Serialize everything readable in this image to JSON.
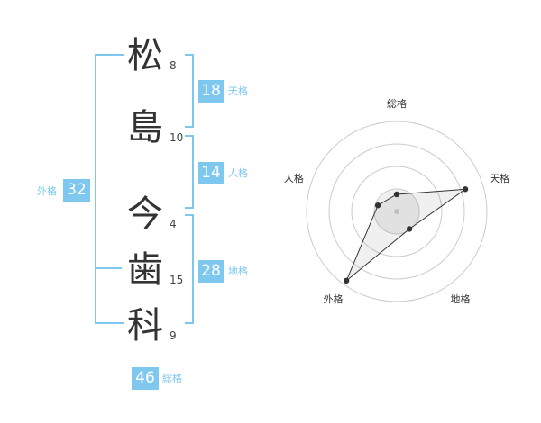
{
  "name": {
    "characters": [
      {
        "char": "松",
        "strokes": "8"
      },
      {
        "char": "島",
        "strokes": "10"
      },
      {
        "char": "今",
        "strokes": "4"
      },
      {
        "char": "歯",
        "strokes": "15"
      },
      {
        "char": "科",
        "strokes": "9"
      }
    ]
  },
  "scores": {
    "tenkaku": {
      "value": "18",
      "label": "天格"
    },
    "jinkaku": {
      "value": "14",
      "label": "人格"
    },
    "chikaku": {
      "value": "28",
      "label": "地格"
    },
    "gaikaku": {
      "value": "32",
      "label": "外格"
    },
    "soukaku": {
      "value": "46",
      "label": "総格"
    }
  },
  "colors": {
    "accent": "#7ec8f0",
    "text": "#333333",
    "ring": "#cccccc"
  },
  "chart_data": {
    "type": "radar",
    "axes": [
      "総格",
      "天格",
      "地格",
      "外格",
      "人格"
    ],
    "values": [
      0.19,
      0.8,
      0.24,
      0.95,
      0.22
    ],
    "range": [
      0,
      1
    ],
    "rings": 4
  }
}
